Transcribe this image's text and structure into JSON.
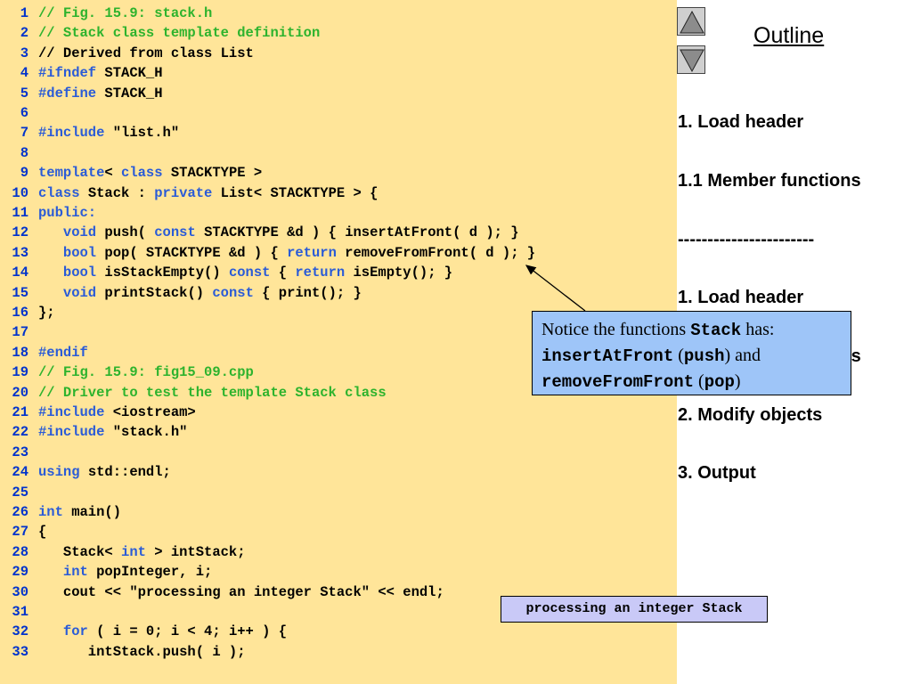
{
  "code_lines": [
    {
      "n": "1",
      "tokens": [
        {
          "t": "// Fig. 15.9: stack.h",
          "c": "cmt"
        }
      ]
    },
    {
      "n": "2",
      "tokens": [
        {
          "t": "// Stack class template definition",
          "c": "cmt"
        }
      ]
    },
    {
      "n": "3",
      "tokens": [
        {
          "t": "// Derived from class List",
          "c": "plain"
        }
      ]
    },
    {
      "n": "4",
      "tokens": [
        {
          "t": "#ifndef",
          "c": "kw"
        },
        {
          "t": " STACK_H",
          "c": "plain"
        }
      ]
    },
    {
      "n": "5",
      "tokens": [
        {
          "t": "#define",
          "c": "kw"
        },
        {
          "t": " STACK_H",
          "c": "plain"
        }
      ]
    },
    {
      "n": "6",
      "tokens": []
    },
    {
      "n": "7",
      "tokens": [
        {
          "t": "#include",
          "c": "kw"
        },
        {
          "t": " \"list.h\"",
          "c": "plain"
        }
      ]
    },
    {
      "n": "8",
      "tokens": []
    },
    {
      "n": "9",
      "tokens": [
        {
          "t": "template",
          "c": "kw"
        },
        {
          "t": "< ",
          "c": "plain"
        },
        {
          "t": "class",
          "c": "kw"
        },
        {
          "t": " STACKTYPE >",
          "c": "plain"
        }
      ]
    },
    {
      "n": "10",
      "tokens": [
        {
          "t": "class",
          "c": "kw"
        },
        {
          "t": " Stack : ",
          "c": "plain"
        },
        {
          "t": "private",
          "c": "kw"
        },
        {
          "t": " List< STACKTYPE > {",
          "c": "plain"
        }
      ]
    },
    {
      "n": "11",
      "tokens": [
        {
          "t": "public:",
          "c": "kw"
        }
      ]
    },
    {
      "n": "12",
      "tokens": [
        {
          "t": "   ",
          "c": "plain"
        },
        {
          "t": "void",
          "c": "kw"
        },
        {
          "t": " push( ",
          "c": "plain"
        },
        {
          "t": "const",
          "c": "kw"
        },
        {
          "t": " STACKTYPE &d ) { insertAtFront( d ); }",
          "c": "plain"
        }
      ]
    },
    {
      "n": "13",
      "tokens": [
        {
          "t": "   ",
          "c": "plain"
        },
        {
          "t": "bool",
          "c": "kw"
        },
        {
          "t": " pop( STACKTYPE &d ) { ",
          "c": "plain"
        },
        {
          "t": "return",
          "c": "kw"
        },
        {
          "t": " removeFromFront( d ); }",
          "c": "plain"
        }
      ]
    },
    {
      "n": "14",
      "tokens": [
        {
          "t": "   ",
          "c": "plain"
        },
        {
          "t": "bool",
          "c": "kw"
        },
        {
          "t": " isStackEmpty() ",
          "c": "plain"
        },
        {
          "t": "const",
          "c": "kw"
        },
        {
          "t": " { ",
          "c": "plain"
        },
        {
          "t": "return",
          "c": "kw"
        },
        {
          "t": " isEmpty(); }",
          "c": "plain"
        }
      ]
    },
    {
      "n": "15",
      "tokens": [
        {
          "t": "   ",
          "c": "plain"
        },
        {
          "t": "void",
          "c": "kw"
        },
        {
          "t": " printStack() ",
          "c": "plain"
        },
        {
          "t": "const",
          "c": "kw"
        },
        {
          "t": " { print(); }",
          "c": "plain"
        }
      ]
    },
    {
      "n": "16",
      "tokens": [
        {
          "t": "};",
          "c": "plain"
        }
      ]
    },
    {
      "n": "17",
      "tokens": []
    },
    {
      "n": "18",
      "tokens": [
        {
          "t": "#endif",
          "c": "kw"
        }
      ]
    },
    {
      "n": "19",
      "tokens": [
        {
          "t": "// Fig. 15.9: fig15_09.cpp",
          "c": "cmt"
        }
      ]
    },
    {
      "n": "20",
      "tokens": [
        {
          "t": "// Driver to test the template Stack class",
          "c": "cmt"
        }
      ]
    },
    {
      "n": "21",
      "tokens": [
        {
          "t": "#include",
          "c": "kw"
        },
        {
          "t": " <iostream>",
          "c": "plain"
        }
      ]
    },
    {
      "n": "22",
      "tokens": [
        {
          "t": "#include",
          "c": "kw"
        },
        {
          "t": " \"stack.h\"",
          "c": "plain"
        }
      ]
    },
    {
      "n": "23",
      "tokens": []
    },
    {
      "n": "24",
      "tokens": [
        {
          "t": "using",
          "c": "kw"
        },
        {
          "t": " std::endl;",
          "c": "plain"
        }
      ]
    },
    {
      "n": "25",
      "tokens": []
    },
    {
      "n": "26",
      "tokens": [
        {
          "t": "int",
          "c": "kw"
        },
        {
          "t": " main()",
          "c": "plain"
        }
      ]
    },
    {
      "n": "27",
      "tokens": [
        {
          "t": "{",
          "c": "plain"
        }
      ]
    },
    {
      "n": "28",
      "tokens": [
        {
          "t": "   Stack< ",
          "c": "plain"
        },
        {
          "t": "int",
          "c": "kw"
        },
        {
          "t": " > intStack;",
          "c": "plain"
        }
      ]
    },
    {
      "n": "29",
      "tokens": [
        {
          "t": "   ",
          "c": "plain"
        },
        {
          "t": "int",
          "c": "kw"
        },
        {
          "t": " popInteger, i;",
          "c": "plain"
        }
      ]
    },
    {
      "n": "30",
      "tokens": [
        {
          "t": "   cout << \"processing an integer Stack\" << endl;",
          "c": "plain"
        }
      ]
    },
    {
      "n": "31",
      "tokens": []
    },
    {
      "n": "32",
      "tokens": [
        {
          "t": "   ",
          "c": "plain"
        },
        {
          "t": "for",
          "c": "kw"
        },
        {
          "t": " ( i = 0; i < 4; i++ ) {",
          "c": "plain"
        }
      ]
    },
    {
      "n": "33",
      "tokens": [
        {
          "t": "      intStack.push( i );",
          "c": "plain"
        }
      ]
    }
  ],
  "outline": {
    "title": "Outline",
    "items": [
      "1. Load header",
      "1.1 Member functions",
      "-----------------------",
      "1. Load header",
      "ts",
      "2. Modify objects",
      "3. Output"
    ]
  },
  "callout": {
    "text1": "Notice the functions ",
    "code1": "Stack",
    "text2": " has:",
    "code2": "insertAtFront",
    "text3": " (",
    "code3": "push",
    "text4": ") and",
    "code4": "removeFromFront",
    "text5": " (",
    "code5": "pop",
    "text6": ")"
  },
  "output": {
    "text": "processing an integer Stack"
  },
  "colors": {
    "code_bg": "#ffe599",
    "comment": "#2db32d",
    "keyword": "#2a5bd7",
    "line_number": "#0033cc",
    "callout_bg": "#9ec5f8",
    "output_bg": "#c9c9f7"
  },
  "icons": {
    "prev": "triangle-up-icon",
    "next": "triangle-down-icon"
  }
}
